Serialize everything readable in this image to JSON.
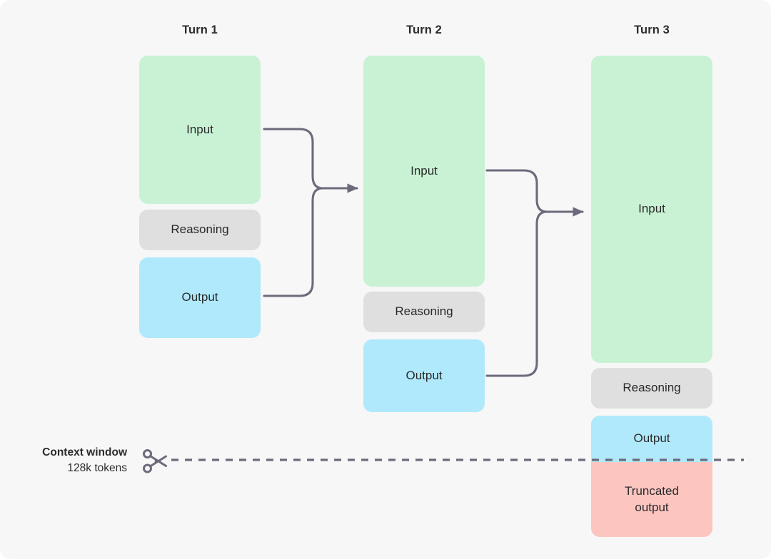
{
  "diagram": {
    "title_hidden": "",
    "background_color": "#f7f7f7",
    "colors": {
      "input_green": "#c9f2d5",
      "reasoning_gray": "#dfdfdf",
      "output_blue": "#b0e9fb",
      "truncated_red": "#fcc5c0",
      "connector_gray": "#6b6b7b",
      "text_dark": "#2a2a2a"
    },
    "columns": [
      {
        "header": "Turn 1",
        "blocks": [
          {
            "label": "Input",
            "kind": "input"
          },
          {
            "label": "Reasoning",
            "kind": "reasoning"
          },
          {
            "label": "Output",
            "kind": "output"
          }
        ]
      },
      {
        "header": "Turn 2",
        "blocks": [
          {
            "label": "Input",
            "kind": "input"
          },
          {
            "label": "Reasoning",
            "kind": "reasoning"
          },
          {
            "label": "Output",
            "kind": "output"
          }
        ]
      },
      {
        "header": "Turn 3",
        "blocks": [
          {
            "label": "Input",
            "kind": "input"
          },
          {
            "label": "Reasoning",
            "kind": "reasoning"
          },
          {
            "label": "Output",
            "kind": "output"
          },
          {
            "label": "Truncated\noutput",
            "kind": "truncated"
          }
        ]
      }
    ],
    "context_window": {
      "title": "Context window",
      "subtitle": "128k tokens",
      "icon": "scissors-icon"
    }
  }
}
